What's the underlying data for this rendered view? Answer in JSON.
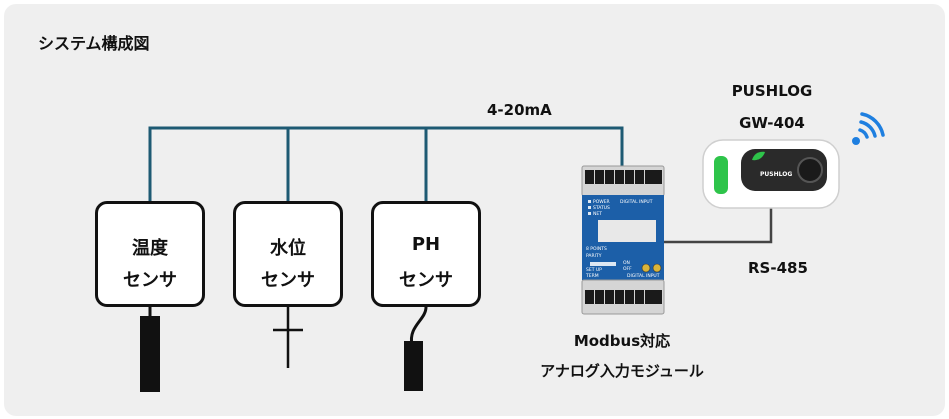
{
  "title": "システム構成図",
  "signal_label": "4-20mA",
  "sensors": [
    {
      "line1": "温度",
      "line2": "センサ"
    },
    {
      "line1": "水位",
      "line2": "センサ"
    },
    {
      "line1": "PH",
      "line2": "センサ"
    }
  ],
  "module": {
    "line1": "Modbus対応",
    "line2": "アナログ入力モジュール",
    "screen_text": [
      "POWER",
      "STATUS",
      "NET",
      "DIGITAL INPUT",
      "8 POINTS",
      "PARITY",
      "SET UP",
      "TERM",
      "ON",
      "OFF",
      "DIGITAL INPUT"
    ]
  },
  "gateway": {
    "name": "PUSHLOG",
    "model": "GW-404",
    "device_text": "PUSHLOG"
  },
  "link_label": "RS-485",
  "colors": {
    "signal_line": "#1d5a73",
    "panel": "#efefef",
    "sensor_border": "#111111",
    "accent_green": "#2ec44a",
    "wifi": "#1e7fe0"
  }
}
